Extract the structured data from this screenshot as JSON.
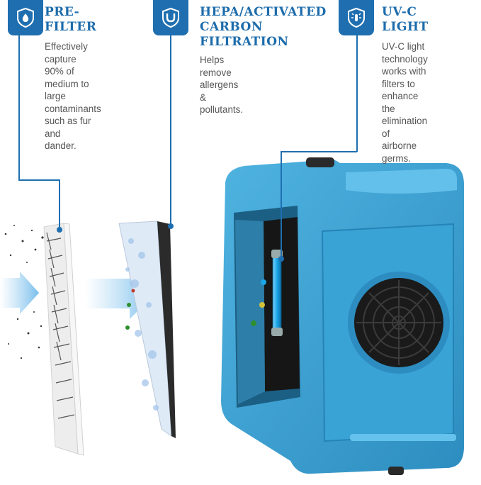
{
  "features": [
    {
      "title_lines": [
        "PRE-",
        "FILTER"
      ],
      "desc_lines": [
        "Effectively capture",
        "90% of medium to",
        "large contaminants",
        "such as fur and",
        "dander."
      ],
      "icon": "droplet-shield-icon"
    },
    {
      "title_lines": [
        "HEPA/ACTIVATED",
        "CARBON",
        "FILTRATION"
      ],
      "desc_lines": [
        "Helps remove allergens &",
        "pollutants."
      ],
      "icon": "magnet-shield-icon"
    },
    {
      "title_lines": [
        "UV-C",
        "LIGHT"
      ],
      "desc_lines": [
        "UV-C light technology",
        "works with filters to",
        "enhance the",
        "elimination of",
        "airborne germs."
      ],
      "icon": "uv-light-shield-icon"
    }
  ],
  "colors": {
    "accent": "#1f6fb0",
    "title": "#1d6cab",
    "text": "#555555",
    "machine_blue": "#3a9fd0"
  }
}
